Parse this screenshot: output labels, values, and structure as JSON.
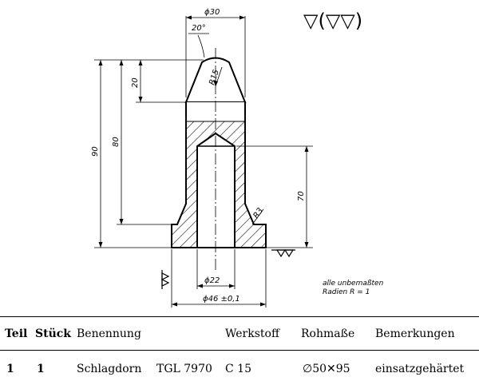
{
  "drawing": {
    "surface_symbol": "▽(▽▽)",
    "dims": {
      "top_diameter": "ϕ30",
      "angle": "20°",
      "radius_tip": "R15",
      "radius_fillet": "R3",
      "height_cone": "20",
      "height_80": "80",
      "height_total": "90",
      "bore_depth": "70",
      "bore_diameter": "ϕ22",
      "base_diameter": "ϕ46 ±0,1"
    },
    "notes": {
      "line1": "alle unbemaßten",
      "line2": "Radien R = 1"
    }
  },
  "table": {
    "headers": [
      "Teil",
      "Stück",
      "Benennung",
      "Werkstoff",
      "Rohmaße",
      "Bemerkungen"
    ],
    "rows": [
      {
        "teil": "1",
        "stueck": "1",
        "benennung": "Schlagdorn",
        "norm": "TGL 7970",
        "werkstoff": "C 15",
        "rohmasse": "∅50✕95",
        "bemerkungen": "einsatzgehärtet"
      }
    ]
  }
}
